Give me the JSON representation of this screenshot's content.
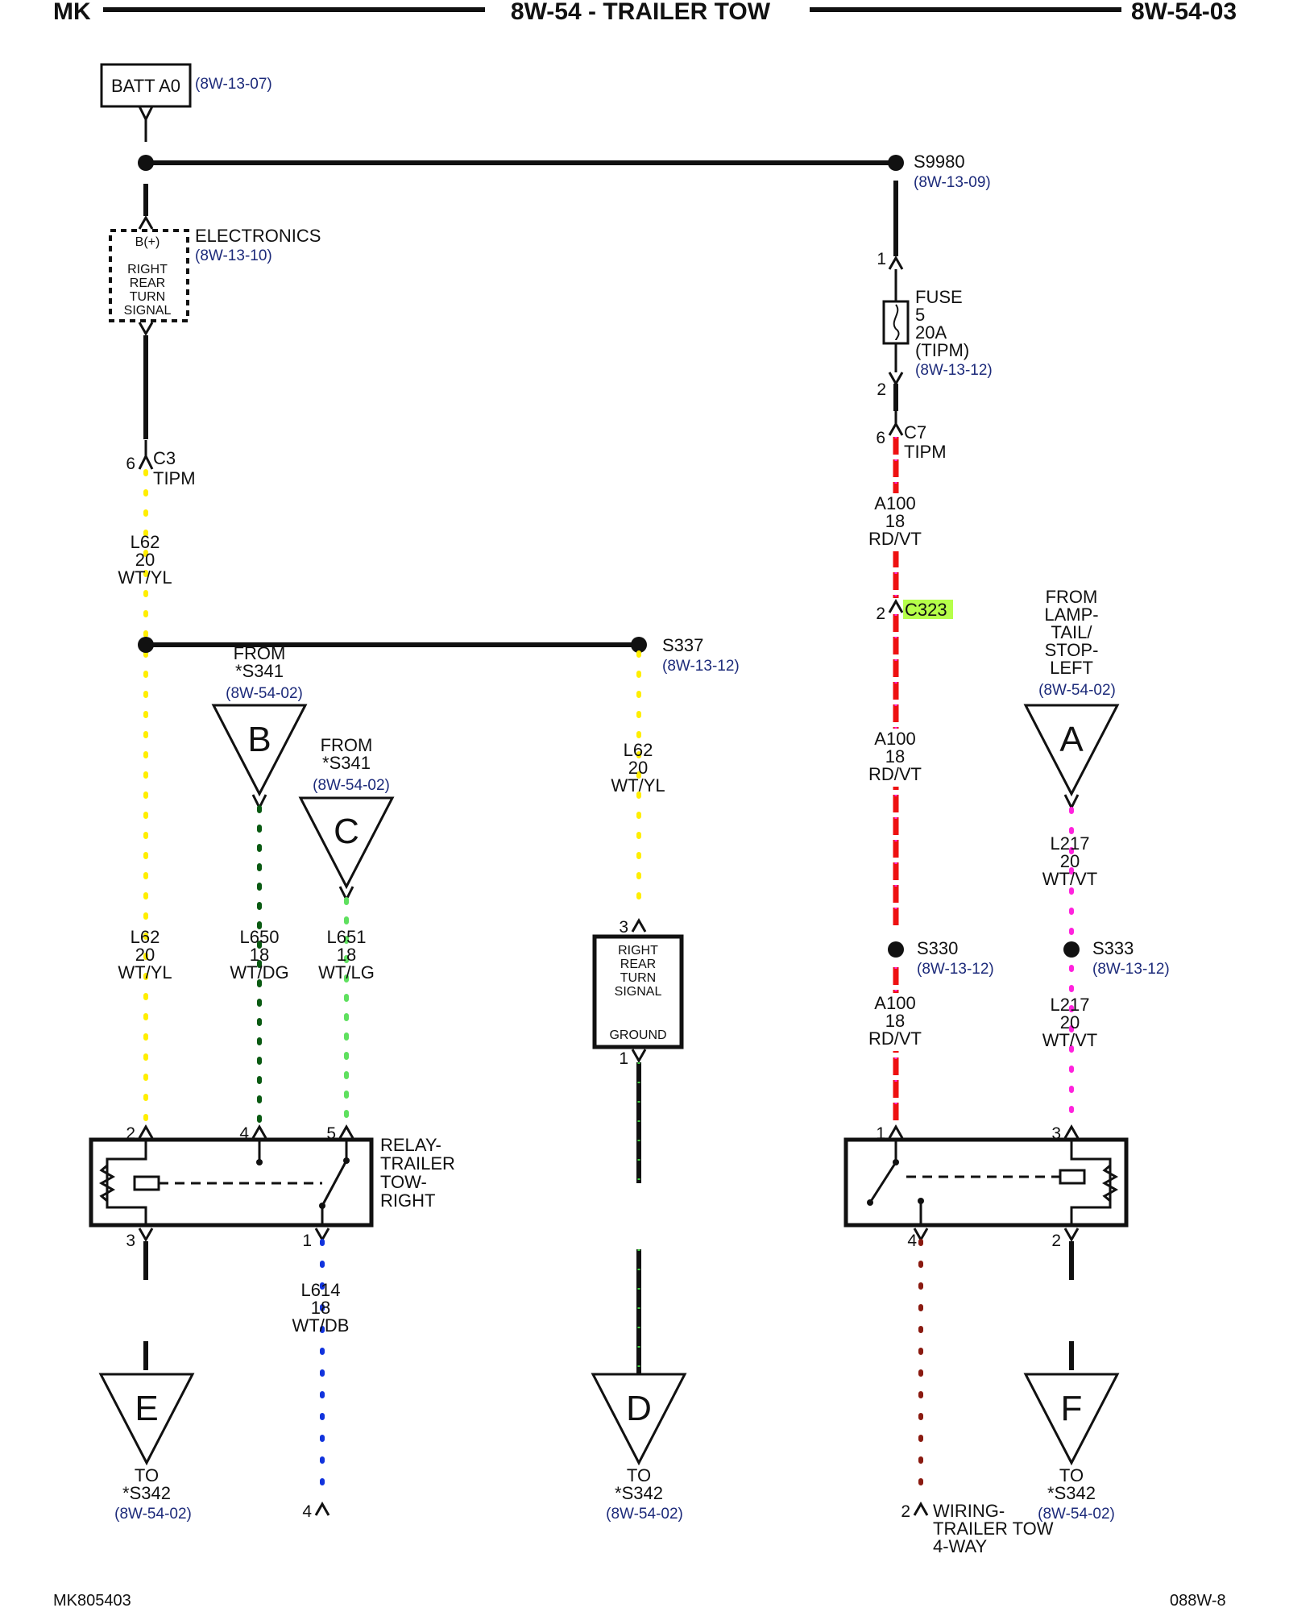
{
  "header": {
    "left": "MK",
    "title": "8W-54 - TRAILER TOW",
    "right": "8W-54-03"
  },
  "footer": {
    "left": "MK805403",
    "right": "088W-8"
  },
  "batt": {
    "label": "BATT A0",
    "ref": "(8W-13-07)"
  },
  "splice_s9980": {
    "label": "S9980",
    "ref": "(8W-13-09)"
  },
  "electronics": {
    "title": "ELECTRONICS",
    "ref": "(8W-13-10)",
    "pin_label": "B(+)",
    "lines": [
      "RIGHT",
      "REAR",
      "TURN",
      "SIGNAL"
    ]
  },
  "fuse": {
    "pin_top": "1",
    "pin_bottom": "2",
    "lines": [
      "FUSE",
      "5",
      "20A",
      "(TIPM)"
    ],
    "ref": "(8W-13-12)"
  },
  "c7": {
    "pin": "6",
    "name": "C7",
    "sub": "TIPM"
  },
  "c3": {
    "pin": "6",
    "name": "C3",
    "sub": "TIPM"
  },
  "c323": {
    "pin": "2",
    "name": "C323",
    "highlight": "#b6ff4a"
  },
  "wires": {
    "l62_top": [
      "L62",
      "20",
      "WT/YL"
    ],
    "l62_left": [
      "L62",
      "20",
      "WT/YL"
    ],
    "l62_mid": [
      "L62",
      "20",
      "WT/YL"
    ],
    "l650": [
      "L650",
      "18",
      "WT/DG"
    ],
    "l651": [
      "L651",
      "18",
      "WT/LG"
    ],
    "a100_1": [
      "A100",
      "18",
      "RD/VT"
    ],
    "a100_2": [
      "A100",
      "18",
      "RD/VT"
    ],
    "a100_3": [
      "A100",
      "18",
      "RD/VT"
    ],
    "l217_1": [
      "L217",
      "20",
      "WT/VT"
    ],
    "l217_2": [
      "L217",
      "20",
      "WT/VT"
    ],
    "l614": [
      "L614",
      "18",
      "WT/DB"
    ]
  },
  "splices": {
    "s337": {
      "label": "S337",
      "ref": "(8W-13-12)"
    },
    "s330": {
      "label": "S330",
      "ref": "(8W-13-12)"
    },
    "s333": {
      "label": "S333",
      "ref": "(8W-13-12)"
    }
  },
  "off_page": {
    "b": {
      "letter": "B",
      "lines": [
        "FROM",
        "*S341"
      ],
      "ref": "(8W-54-02)"
    },
    "c": {
      "letter": "C",
      "lines": [
        "FROM",
        "*S341"
      ],
      "ref": "(8W-54-02)"
    },
    "a": {
      "letter": "A",
      "lines": [
        "FROM",
        "LAMP-",
        "TAIL/",
        "STOP-",
        "LEFT"
      ],
      "ref": "(8W-54-02)"
    },
    "e": {
      "letter": "E",
      "lines": [
        "TO",
        "*S342"
      ],
      "ref": "(8W-54-02)"
    },
    "d": {
      "letter": "D",
      "lines": [
        "TO",
        "*S342"
      ],
      "ref": "(8W-54-02)"
    },
    "f": {
      "letter": "F",
      "lines": [
        "TO",
        "*S342"
      ],
      "ref": "(8W-54-02)"
    }
  },
  "lamp": {
    "lines": [
      "RIGHT",
      "REAR",
      "TURN",
      "SIGNAL"
    ],
    "ground": "GROUND",
    "pin_top": "3",
    "pin_bottom": "1"
  },
  "relay_right": {
    "lines": [
      "RELAY-",
      "TRAILER",
      "TOW-",
      "RIGHT"
    ],
    "pins": {
      "p2": "2",
      "p4": "4",
      "p5": "5",
      "p3": "3",
      "p1": "1"
    }
  },
  "relay_left_pins": {
    "p1": "1",
    "p3": "3",
    "p4": "4",
    "p2": "2"
  },
  "wiring_trailer": {
    "pin_4": "4",
    "pin_2": "2",
    "lines": [
      "WIRING-",
      "TRAILER TOW",
      "4-WAY"
    ]
  },
  "wire_colors": {
    "wt_yl": "#ffee00",
    "wt_dg": "#0a5a12",
    "wt_lg": "#5fe05f",
    "rd_vt": "#ee1111",
    "wt_vt": "#ff22dd",
    "wt_db": "#1133dd",
    "ground": "#111111",
    "ground_stripe": "#3fd13f"
  }
}
